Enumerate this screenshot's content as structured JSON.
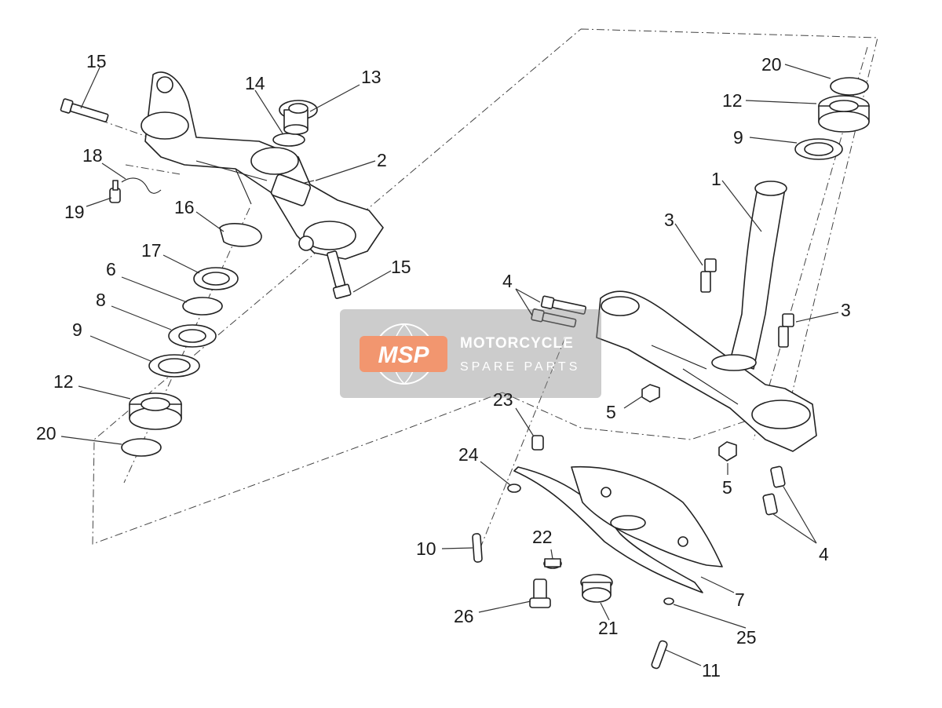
{
  "watermark": {
    "logo": "MSP",
    "line1": "MOTORCYCLE",
    "line2": "SPARE PARTS",
    "logo_color": "#f08050"
  },
  "callouts": [
    {
      "id": "c15a",
      "label": "15"
    },
    {
      "id": "c14",
      "label": "14"
    },
    {
      "id": "c13",
      "label": "13"
    },
    {
      "id": "c18",
      "label": "18"
    },
    {
      "id": "c2",
      "label": "2"
    },
    {
      "id": "c19",
      "label": "19"
    },
    {
      "id": "c16",
      "label": "16"
    },
    {
      "id": "c17",
      "label": "17"
    },
    {
      "id": "c15b",
      "label": "15"
    },
    {
      "id": "c6",
      "label": "6"
    },
    {
      "id": "c8",
      "label": "8"
    },
    {
      "id": "c9a",
      "label": "9"
    },
    {
      "id": "c12a",
      "label": "12"
    },
    {
      "id": "c20a",
      "label": "20"
    },
    {
      "id": "c20b",
      "label": "20"
    },
    {
      "id": "c12b",
      "label": "12"
    },
    {
      "id": "c9b",
      "label": "9"
    },
    {
      "id": "c1",
      "label": "1"
    },
    {
      "id": "c3a",
      "label": "3"
    },
    {
      "id": "c3b",
      "label": "3"
    },
    {
      "id": "c4a",
      "label": "4"
    },
    {
      "id": "c5a",
      "label": "5"
    },
    {
      "id": "c23",
      "label": "23"
    },
    {
      "id": "c24",
      "label": "24"
    },
    {
      "id": "c5b",
      "label": "5"
    },
    {
      "id": "c4b",
      "label": "4"
    },
    {
      "id": "c10",
      "label": "10"
    },
    {
      "id": "c22",
      "label": "22"
    },
    {
      "id": "c7",
      "label": "7"
    },
    {
      "id": "c26",
      "label": "26"
    },
    {
      "id": "c21",
      "label": "21"
    },
    {
      "id": "c25",
      "label": "25"
    },
    {
      "id": "c11",
      "label": "11"
    }
  ]
}
